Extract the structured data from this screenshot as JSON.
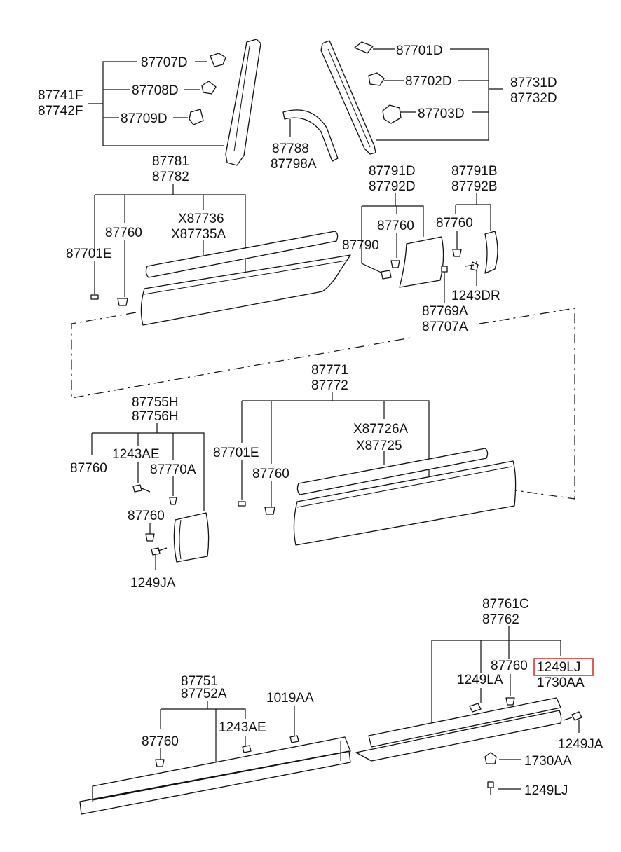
{
  "highlight": {
    "color": "#e03030",
    "label": "1249LJ"
  },
  "labels": {
    "l87707D": "87707D",
    "l87708D": "87708D",
    "l87709D": "87709D",
    "l87741F": "87741F",
    "l87742F": "87742F",
    "l87701D": "87701D",
    "l87702D": "87702D",
    "l87703D": "87703D",
    "l87731D": "87731D",
    "l87732D": "87732D",
    "l87788": "87788",
    "l87798A": "87798A",
    "l87781": "87781",
    "l87782": "87782",
    "lX87736": "X87736",
    "lX87735A": "X87735A",
    "l87760_a": "87760",
    "l87701E_a": "87701E",
    "l87791D": "87791D",
    "l87792D": "87792D",
    "l87760_b": "87760",
    "l87790": "87790",
    "l87791B": "87791B",
    "l87792B": "87792B",
    "l87760_c": "87760",
    "l1243DR": "1243DR",
    "l87769A": "87769A",
    "l87707A": "87707A",
    "l87771": "87771",
    "l87772": "87772",
    "lX87726A": "X87726A",
    "lX87725": "X87725",
    "l87701E_b": "87701E",
    "l87760_d": "87760",
    "l87755H": "87755H",
    "l87756H": "87756H",
    "l1243AE_a": "1243AE",
    "l87760_e": "87760",
    "l87770A": "87770A",
    "l87760_f": "87760",
    "l1249JA_a": "1249JA",
    "l87761C": "87761C",
    "l87762": "87762",
    "l87760_g": "87760",
    "l1249LJ_a": "1249LJ",
    "l1249LA": "1249LA",
    "l1730AA_a": "1730AA",
    "l1249JA_b": "1249JA",
    "l1730AA_b": "1730AA",
    "l1249LJ_b": "1249LJ",
    "l87751": "87751",
    "l87752A": "87752A",
    "l1019AA": "1019AA",
    "l87760_h": "87760",
    "l1243AE_b": "1243AE"
  }
}
